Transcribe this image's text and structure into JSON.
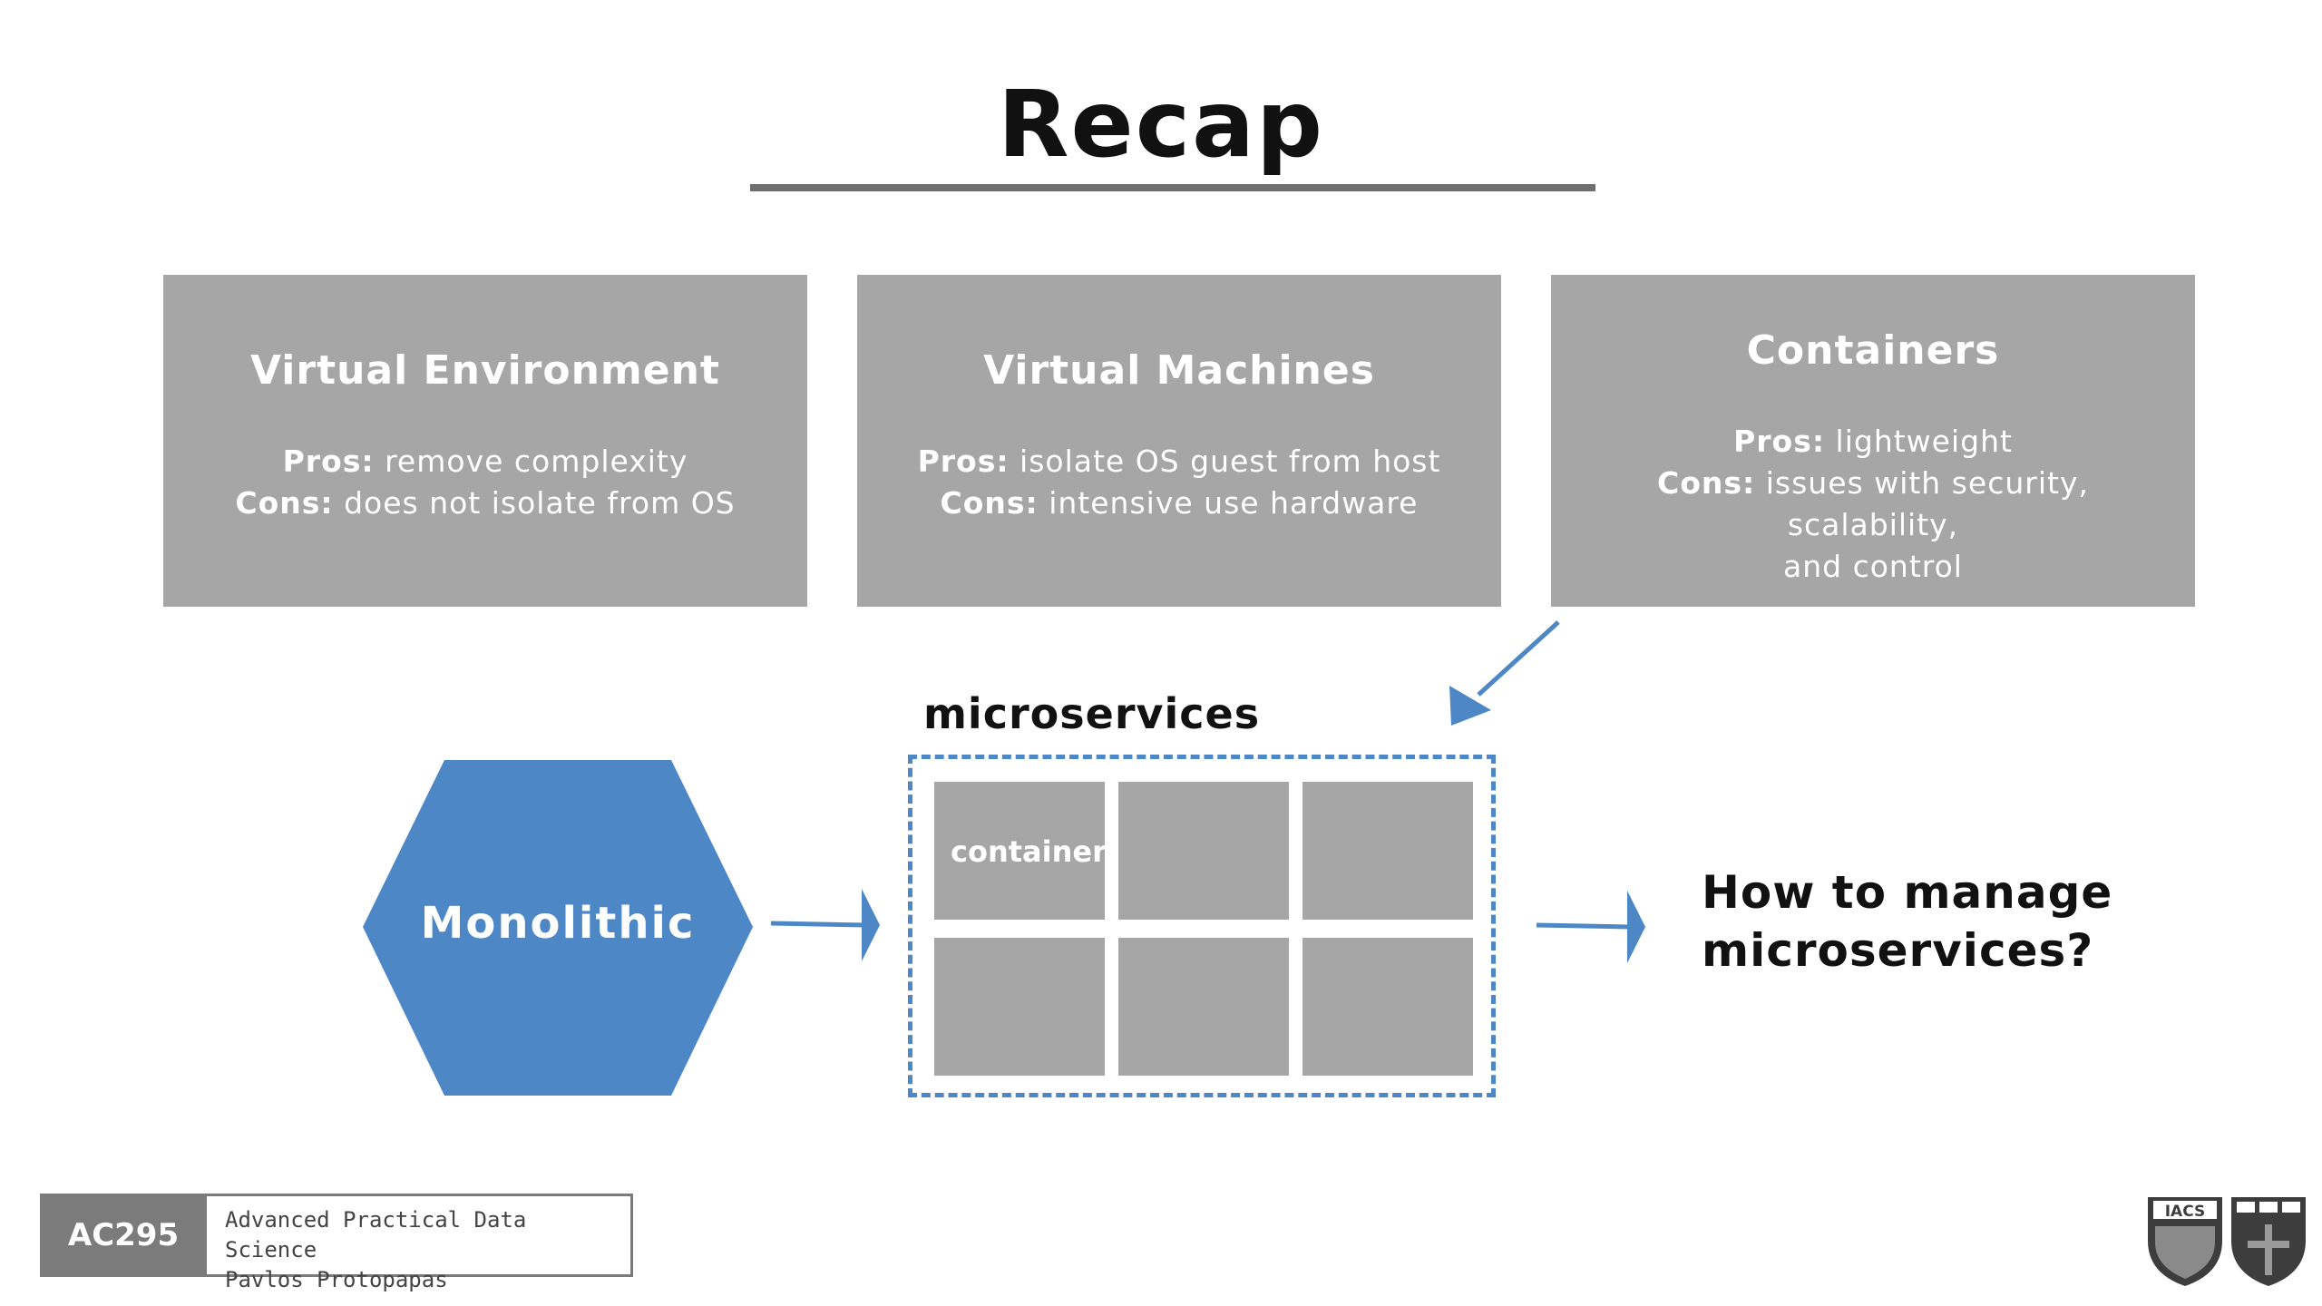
{
  "title": "Recap",
  "cards": [
    {
      "title": "Virtual Environment",
      "pros_label": "Pros:",
      "pros": " remove complexity",
      "cons_label": "Cons:",
      "cons": " does not isolate from OS",
      "cons_line2": ""
    },
    {
      "title": "Virtual Machines",
      "pros_label": "Pros:",
      "pros": " isolate OS guest from host",
      "cons_label": "Cons:",
      "cons": " intensive use hardware",
      "cons_line2": ""
    },
    {
      "title": "Containers",
      "pros_label": "Pros:",
      "pros": " lightweight",
      "cons_label": "Cons:",
      "cons": " issues with security, scalability,",
      "cons_line2": "and control"
    }
  ],
  "diagram": {
    "monolithic_label": "Monolithic",
    "microservices_label": "microservices",
    "container_label": "container",
    "question_line1": "How to manage",
    "question_line2": "microservices?",
    "accent_color": "#4e87c5",
    "box_color": "#a6a6a6"
  },
  "footer": {
    "course_code": "AC295",
    "course_name": "Advanced Practical Data Science",
    "instructor": "Pavlos Protopapas",
    "logo_text": "IACS"
  }
}
